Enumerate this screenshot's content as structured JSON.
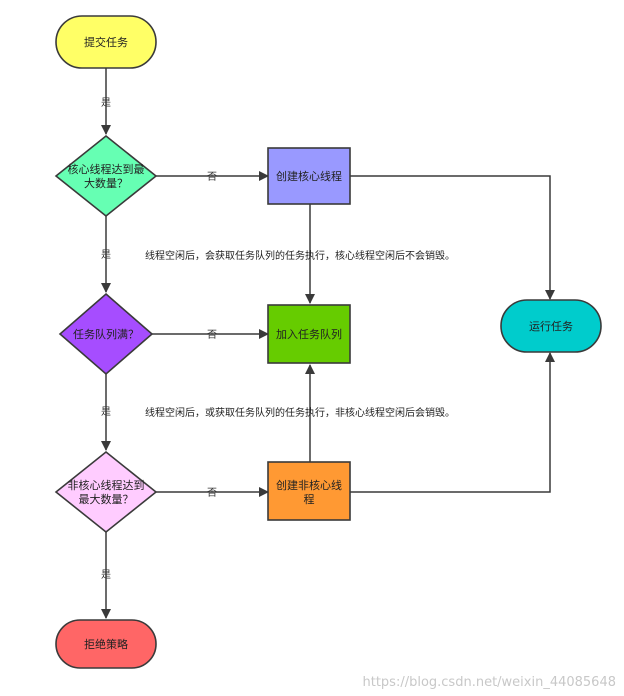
{
  "nodes": {
    "submit": {
      "text": "提交任务",
      "color": "#ffff66"
    },
    "core_check": {
      "line1": "核心线程达到最",
      "line2": "大数量？",
      "color": "#66ffb3"
    },
    "create_core": {
      "text": "创建核心线程",
      "color": "#9999ff"
    },
    "queue_check": {
      "text": "任务队列满？",
      "color": "#a64dff"
    },
    "add_queue": {
      "text": "加入任务队列",
      "color": "#66cc00"
    },
    "noncore_check": {
      "line1": "非核心线程达到",
      "line2": "最大数量？",
      "color": "#ffccff"
    },
    "create_noncore": {
      "line1": "创建非核心线",
      "line2": "程",
      "color": "#ff9933"
    },
    "run": {
      "text": "运行任务",
      "color": "#00cccc"
    },
    "reject": {
      "text": "拒绝策略",
      "color": "#ff6666"
    }
  },
  "edges": {
    "yes": "是",
    "no": "否"
  },
  "notes": {
    "core_idle": "线程空闲后，会获取任务队列的任务执行，核心线程空闲后不会销毁。",
    "noncore_idle": "线程空闲后，或获取任务队列的任务执行，非核心线程空闲后会销毁。"
  },
  "watermark": "https://blog.csdn.net/weixin_44085648"
}
